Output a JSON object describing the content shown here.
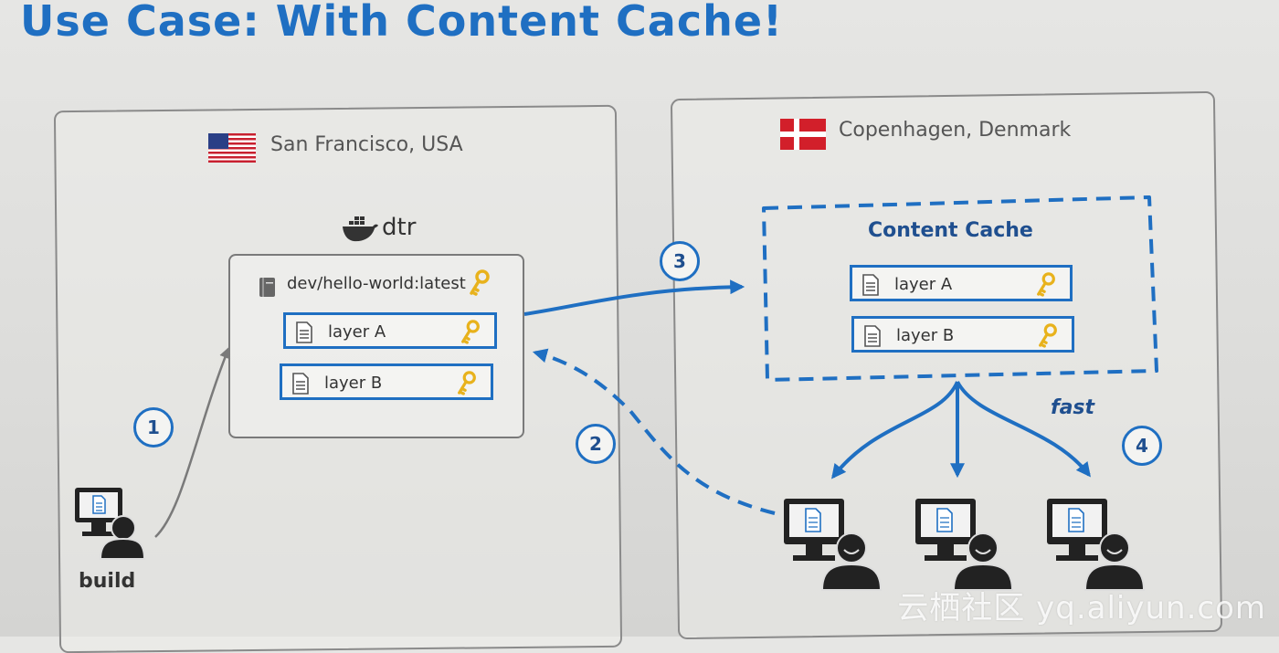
{
  "title": "Use Case: With Content Cache!",
  "regions": {
    "usa": {
      "label": "San Francisco, USA",
      "flag": "us-flag-icon"
    },
    "denmark": {
      "label": "Copenhagen, Denmark",
      "flag": "denmark-flag-icon"
    }
  },
  "registry": {
    "name": "dtr",
    "logo": "docker-whale-icon",
    "repo_tag": "dev/hello-world:latest",
    "layers": [
      "layer A",
      "layer B"
    ]
  },
  "cache": {
    "title": "Content Cache",
    "layers": [
      "layer A",
      "layer B"
    ]
  },
  "steps": [
    "1",
    "2",
    "3",
    "4"
  ],
  "build_label": "build",
  "fast_label": "fast",
  "watermark": "云栖社区 yq.aliyun.com",
  "colors": {
    "accent": "#1f6fc2",
    "key": "#e8b21c",
    "neutral": "#8a8a8a"
  }
}
